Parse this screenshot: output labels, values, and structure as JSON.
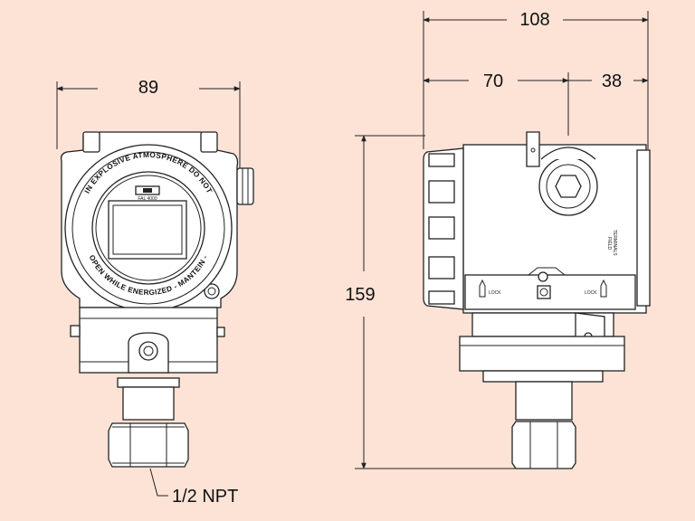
{
  "colors": {
    "background": "#fde3d6",
    "line": "#222222",
    "fill": "#ffffff"
  },
  "dimensions": {
    "front_width": "89",
    "side_total_width": "108",
    "side_left_width": "70",
    "side_right_width": "38",
    "height": "159",
    "thread": "1/2 NPT"
  },
  "front_view": {
    "ring_text_top": "IN EXPLOSIVE ATMOSPHERE DO NOT",
    "ring_text_bottom": "OPEN WHILE ENERGIZED - MANTEIN -",
    "badge_label": "FAL 4000"
  },
  "side_view": {
    "terminal_label_1": "FIELD",
    "terminal_label_2": "TERMINALS",
    "lock_left": "LOCK",
    "lock_right": "LOCK"
  }
}
